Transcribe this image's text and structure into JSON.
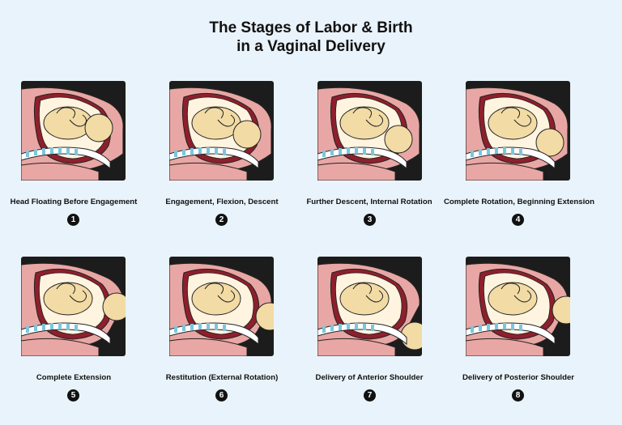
{
  "title": {
    "line1": "The Stages of Labor & Birth",
    "line2": "in a Vaginal Delivery"
  },
  "colors": {
    "background": "#e9f3fb",
    "panel": "#1c1c1c",
    "skin": "#e8a7a4",
    "uterus": "#8e1f2c",
    "fetus": "#f2dba4",
    "spine": "#ffffff",
    "spine_accent": "#7cc6dc"
  },
  "stages": [
    {
      "number": "1",
      "label": "Head Floating Before Engagement"
    },
    {
      "number": "2",
      "label": "Engagement, Flexion, Descent"
    },
    {
      "number": "3",
      "label": "Further Descent, Internal Rotation"
    },
    {
      "number": "4",
      "label": "Complete Rotation, Beginning Extension"
    },
    {
      "number": "5",
      "label": "Complete Extension"
    },
    {
      "number": "6",
      "label": "Restitution (External Rotation)"
    },
    {
      "number": "7",
      "label": "Delivery of Anterior Shoulder"
    },
    {
      "number": "8",
      "label": "Delivery of Posterior Shoulder"
    }
  ]
}
